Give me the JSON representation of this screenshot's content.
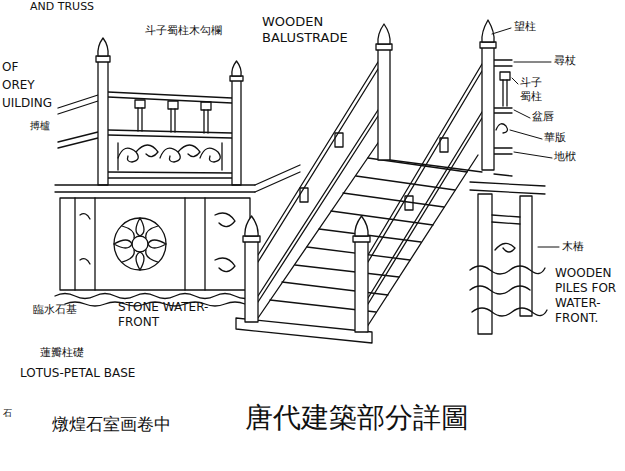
{
  "diagram": {
    "title": "唐代建築部分詳圖",
    "labels": [
      "AND TRUSS",
      "斗子蜀柱木勾欄",
      "WOODEN BALUSTRADE",
      "OF",
      "OREY",
      "UILDING",
      "搏櫨",
      "望柱",
      "尋杖",
      "斗子",
      "蜀柱",
      "盆唇",
      "華版",
      "地栿",
      "木樁",
      "WOODEN PILES FOR WATER-FRONT.",
      "臨水石基",
      "STONE WATER-FRONT",
      "蓮瓣柱礎",
      "LOTUS-PETAL BASE",
      "燉煌石室画卷中",
      "石"
    ]
  }
}
